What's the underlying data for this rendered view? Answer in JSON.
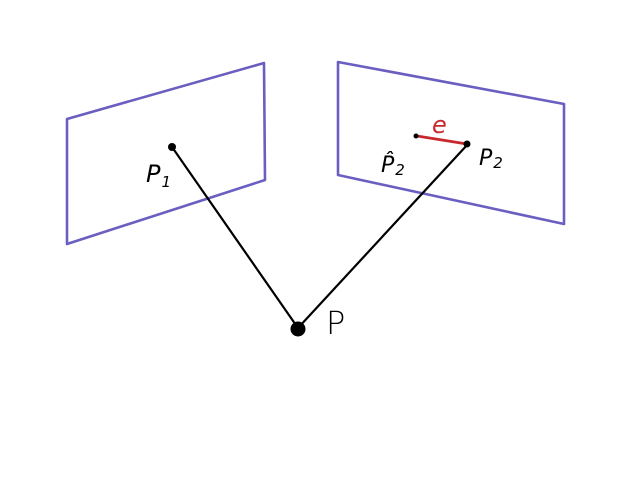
{
  "colors": {
    "plane": "#6a5fc1",
    "ink": "#000000",
    "error": "#c8282d"
  },
  "labels": {
    "p1": "P",
    "p1_sub": "1",
    "p2": "P",
    "p2_sub": "2",
    "p2_hat": "P̂",
    "p2_hat_sub": "2",
    "point": "P",
    "error": "e"
  }
}
